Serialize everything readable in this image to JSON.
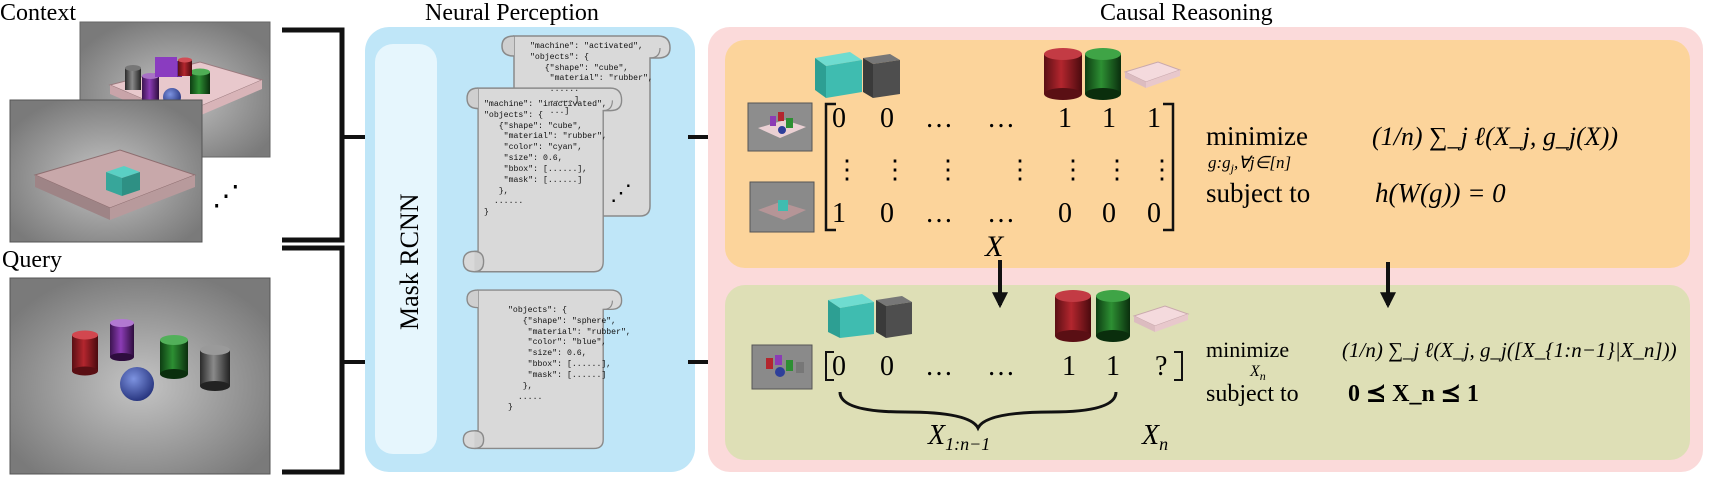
{
  "headers": {
    "context": "Context",
    "query": "Query",
    "neural": "Neural Perception",
    "causal": "Causal Reasoning"
  },
  "mask_rcnn": "Mask RCNN",
  "ellipsis_dots": "⋰",
  "json_back": "\"machine\": \"activated\",\n\"objects\": {\n   {\"shape\": \"cube\",\n    \"material\": \"rubber\",\n    ......\n    .....]\n    ...]",
  "json_front": "\"machine\": \"inactivated\",\n\"objects\": {\n   {\"shape\": \"cube\",\n    \"material\": \"rubber\",\n    \"color\": \"cyan\",\n    \"size\": 0.6,\n    \"bbox\": [......],\n    \"mask\": [......]\n   },\n  ......\n}",
  "json_query": "\"objects\": {\n   {\"shape\": \"sphere\",\n    \"material\": \"rubber\",\n    \"color\": \"blue\",\n    \"size\": 0.6,\n    \"bbox\": [......],\n    \"mask\": [......]\n   },\n  .....\n}",
  "matrix_top": {
    "row1": [
      "0",
      "0",
      "…",
      "…",
      "1",
      "1",
      "1"
    ],
    "row2": [
      "⋮",
      "⋮",
      "⋮",
      "⋮",
      "⋮",
      "⋮",
      "⋮"
    ],
    "row3": [
      "1",
      "0",
      "…",
      "…",
      "0",
      "0",
      "0"
    ],
    "label": "X"
  },
  "matrix_bottom": {
    "row": [
      "0",
      "0",
      "…",
      "…",
      "1",
      "1",
      "?"
    ],
    "brace_label": "X",
    "brace_sub": "1:n−1",
    "xn_label": "X",
    "xn_sub": "n"
  },
  "opt_top": {
    "minimize": "minimize",
    "under": "g:g",
    "under_sub": "j",
    "under_rest": ",∀j∈[n]",
    "subject": "subject to",
    "objective": "(1/n) ∑_j ℓ(X_j, g_j(X))",
    "constraint": "h(W(g)) = 0"
  },
  "opt_bottom": {
    "minimize": "minimize",
    "under": "X",
    "under_sub": "n",
    "subject": "subject to",
    "objective": "(1/n) ∑_j ℓ(X_j, g_j([X_{1:n−1}|X_n]))",
    "constraint": "0 ⪯ X_n ⪯ 1"
  },
  "colors": {
    "neural_bg": "#bfe6f8",
    "causal_bg": "#fbdada",
    "top_panel": "#fcd49b",
    "bottom_panel": "#dedfb6"
  }
}
